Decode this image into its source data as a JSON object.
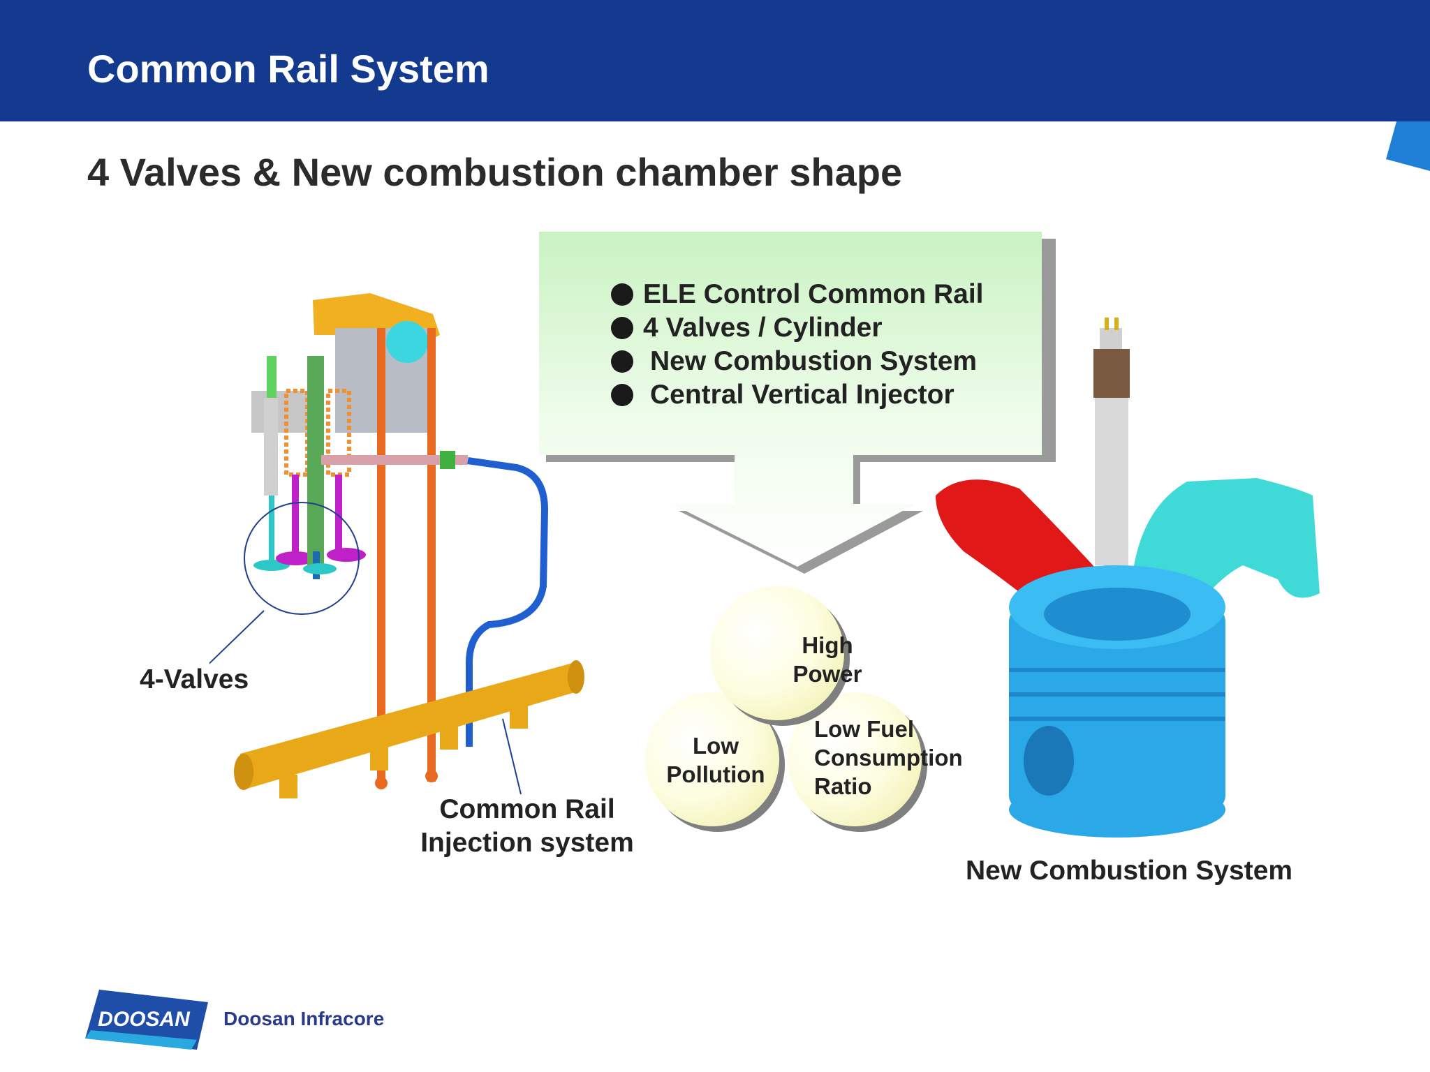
{
  "header": {
    "title": "Common Rail System"
  },
  "subtitle": "4 Valves & New combustion chamber shape",
  "features": [
    "ELE Control Common Rail",
    "4 Valves / Cylinder",
    "New Combustion System",
    "Central Vertical Injector"
  ],
  "benefits": {
    "high_power": [
      "High",
      "Power"
    ],
    "low_pollution": [
      "Low",
      "Pollution"
    ],
    "low_fuel": [
      "Low Fuel",
      "Consumption",
      "Ratio"
    ]
  },
  "captions": {
    "valves": "4-Valves",
    "common_rail": [
      "Common Rail",
      "Injection system"
    ],
    "combustion": "New Combustion System"
  },
  "logo": {
    "brand": "DOOSAN",
    "company": "Doosan Infracore"
  },
  "colors": {
    "header_blue": "#143a8f",
    "accent_blue": "#1f7fd6",
    "box_green": "#d6f7d0"
  }
}
